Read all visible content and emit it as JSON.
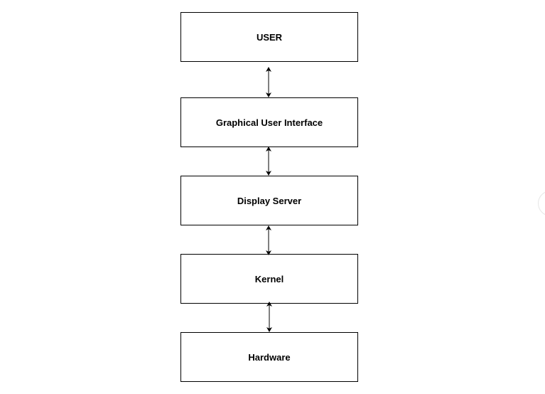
{
  "diagram": {
    "nodes": [
      {
        "id": "user",
        "label": "USER"
      },
      {
        "id": "gui",
        "label": "Graphical User Interface"
      },
      {
        "id": "display",
        "label": "Display Server"
      },
      {
        "id": "kernel",
        "label": "Kernel"
      },
      {
        "id": "hardware",
        "label": "Hardware"
      }
    ],
    "edges": [
      {
        "from": "user",
        "to": "gui",
        "direction": "both"
      },
      {
        "from": "gui",
        "to": "display",
        "direction": "both"
      },
      {
        "from": "display",
        "to": "kernel",
        "direction": "both"
      },
      {
        "from": "kernel",
        "to": "hardware",
        "direction": "both"
      }
    ],
    "colors": {
      "stroke": "#000000",
      "fill": "#ffffff"
    }
  }
}
